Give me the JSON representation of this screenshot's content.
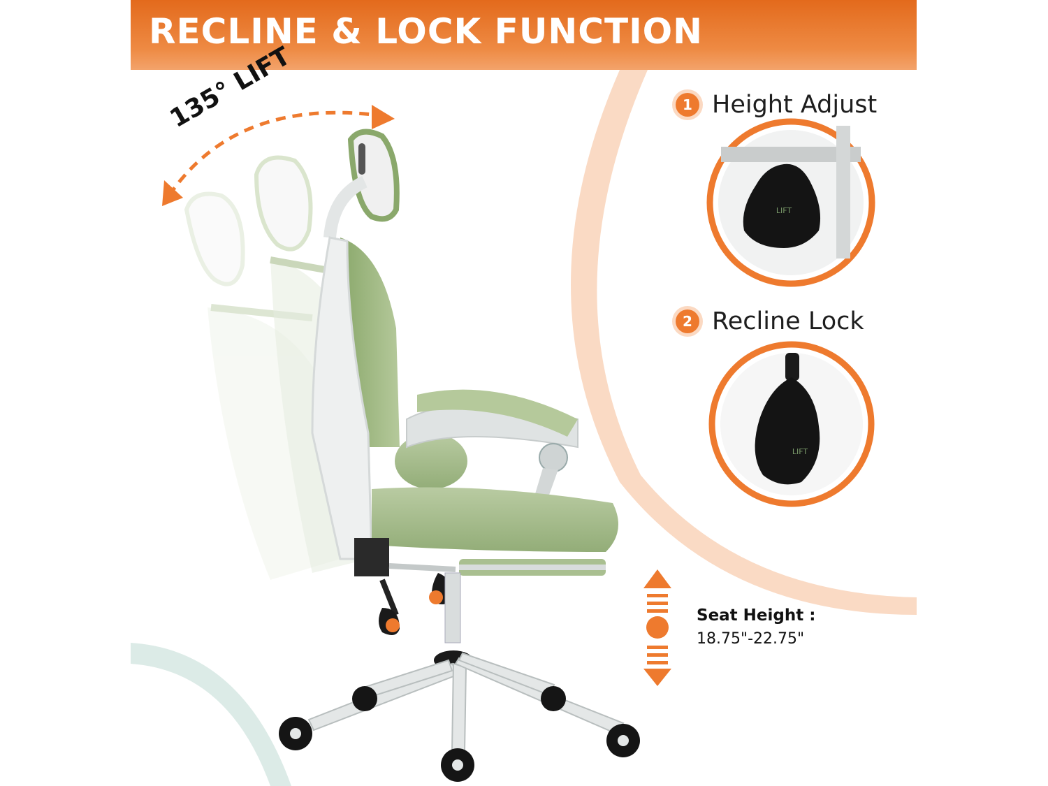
{
  "banner": {
    "title": "RECLINE & LOCK FUNCTION"
  },
  "recline": {
    "label": "135° LIFT"
  },
  "features": [
    {
      "badge": "1",
      "label": "Height Adjust",
      "lever_text": "LIFT"
    },
    {
      "badge": "2",
      "label": "Recline Lock",
      "lever_text": "LIFT"
    }
  ],
  "seat_height": {
    "label": "Seat Height :",
    "value": "18.75\"-22.75\""
  },
  "colors": {
    "accent": "#ee7a2e",
    "chair_green": "#9fb883",
    "frame_white": "#e9ecec",
    "lever_black": "#161616"
  },
  "icons": [
    "curved-double-arrow-icon",
    "vertical-double-arrow-icon",
    "number-badge-icon"
  ]
}
